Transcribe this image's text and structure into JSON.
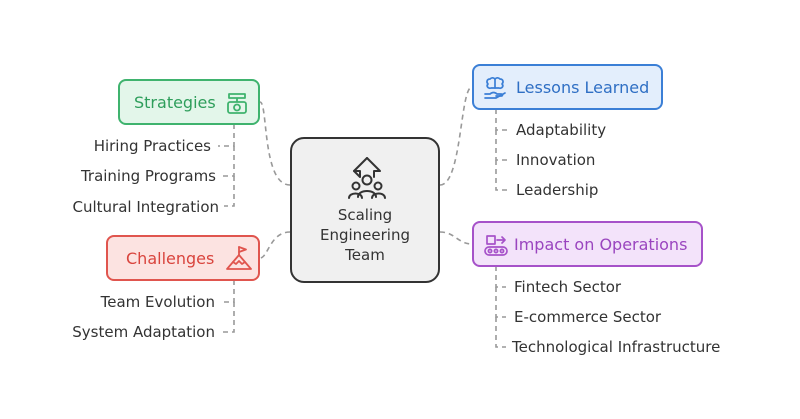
{
  "center": {
    "lines": [
      "Scaling",
      "Engineering",
      "Team"
    ]
  },
  "branches": {
    "strategies": {
      "label": "Strategies",
      "color": "#3fb36e",
      "items": [
        "Hiring Practices",
        "Training Programs",
        "Cultural Integration"
      ]
    },
    "challenges": {
      "label": "Challenges",
      "color": "#e0554e",
      "items": [
        "Team Evolution",
        "System Adaptation"
      ]
    },
    "lessons": {
      "label": "Lessons Learned",
      "color": "#3b7fd6",
      "items": [
        "Adaptability",
        "Innovation",
        "Leadership"
      ]
    },
    "impact": {
      "label": "Impact on Operations",
      "color": "#a652c9",
      "items": [
        "Fintech Sector",
        "E-commerce Sector",
        "Technological Infrastructure"
      ]
    }
  },
  "icons": {
    "center": "scaling-team-icon",
    "strategies": "scale-icon",
    "challenges": "mountain-flag-icon",
    "lessons": "brain-hand-icon",
    "impact": "conveyor-icon"
  }
}
